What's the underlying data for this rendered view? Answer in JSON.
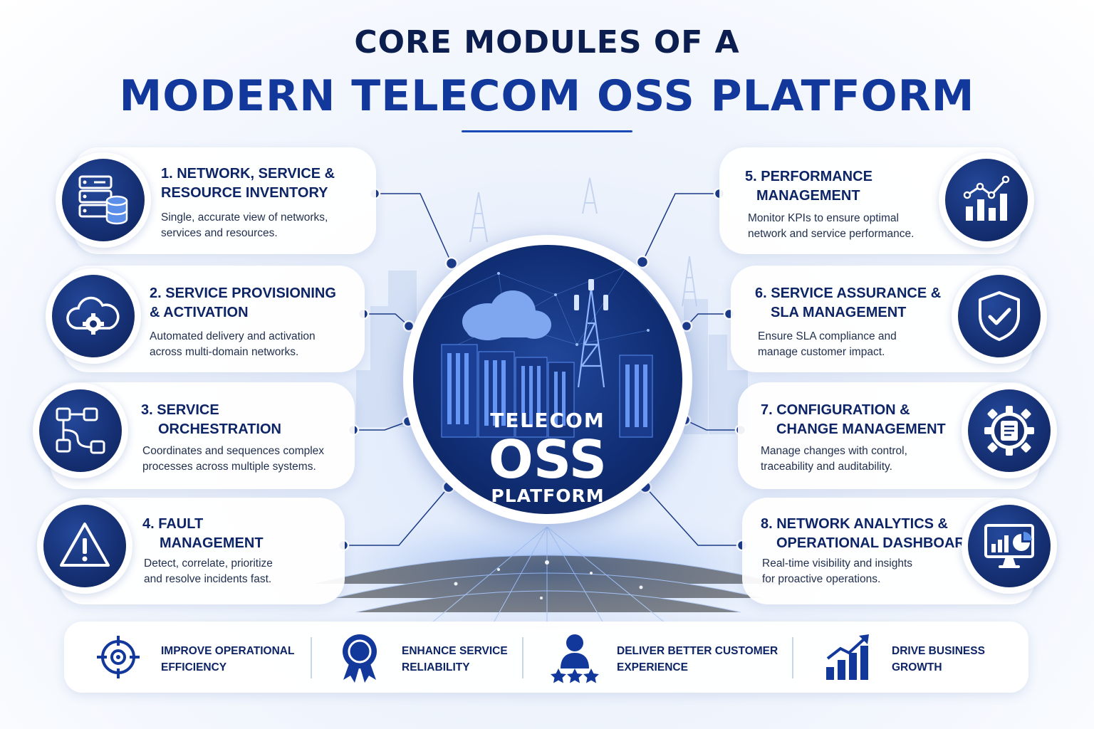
{
  "header": {
    "title_top": "CORE MODULES OF A",
    "title_main": "MODERN TELECOM OSS PLATFORM"
  },
  "hub": {
    "line1": "TELECOM",
    "line2": "OSS",
    "line3": "PLATFORM"
  },
  "modules": [
    {
      "title1": "1. NETWORK, SERVICE &",
      "title2": "RESOURCE INVENTORY",
      "desc1": "Single, accurate view of networks,",
      "desc2": "services and resources.",
      "icon": "server-database-icon"
    },
    {
      "title1": "2. SERVICE PROVISIONING",
      "title2": "& ACTIVATION",
      "desc1": "Automated delivery and activation",
      "desc2": "across multi-domain networks.",
      "icon": "cloud-gear-icon"
    },
    {
      "title1": "3. SERVICE",
      "title2": "ORCHESTRATION",
      "desc1": "Coordinates and sequences complex",
      "desc2": "processes across multiple systems.",
      "icon": "workflow-icon"
    },
    {
      "title1": "4. FAULT",
      "title2": "MANAGEMENT",
      "desc1": "Detect, correlate, prioritize",
      "desc2": "and resolve incidents fast.",
      "icon": "warning-icon"
    },
    {
      "title1": "5. PERFORMANCE",
      "title2": "MANAGEMENT",
      "desc1": "Monitor KPIs to ensure optimal",
      "desc2": "network and service performance.",
      "icon": "performance-chart-icon"
    },
    {
      "title1": "6. SERVICE ASSURANCE &",
      "title2": "SLA MANAGEMENT",
      "desc1": "Ensure SLA compliance and",
      "desc2": "manage customer impact.",
      "icon": "shield-check-icon"
    },
    {
      "title1": "7. CONFIGURATION &",
      "title2": "CHANGE MANAGEMENT",
      "desc1": "Manage changes with control,",
      "desc2": "traceability and auditability.",
      "icon": "gear-document-icon"
    },
    {
      "title1": "8. NETWORK ANALYTICS &",
      "title2": "OPERATIONAL DASHBOARDS",
      "desc1": "Real-time visibility and insights",
      "desc2": "for proactive operations.",
      "icon": "monitor-dashboard-icon"
    }
  ],
  "benefits": [
    {
      "line1": "IMPROVE OPERATIONAL",
      "line2": "EFFICIENCY",
      "icon": "target-icon"
    },
    {
      "line1": "ENHANCE SERVICE",
      "line2": "RELIABILITY",
      "icon": "award-ribbon-icon"
    },
    {
      "line1": "DELIVER BETTER CUSTOMER",
      "line2": "EXPERIENCE",
      "icon": "customer-stars-icon"
    },
    {
      "line1": "DRIVE BUSINESS",
      "line2": "GROWTH",
      "icon": "growth-chart-icon"
    }
  ],
  "colors": {
    "navy": "#0d2466",
    "brand_blue": "#13389c",
    "icon_bg": "#152f72",
    "accent_light": "#5a8ee8"
  }
}
